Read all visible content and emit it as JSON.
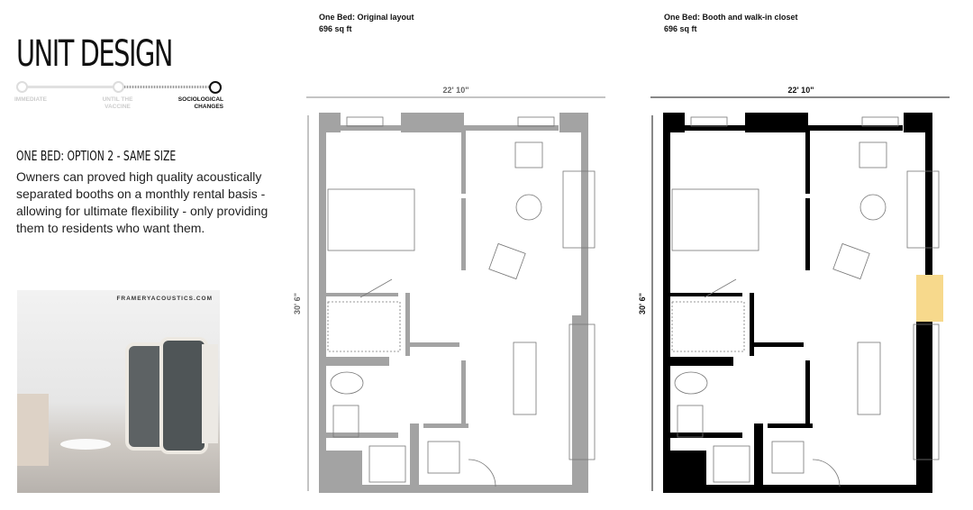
{
  "header": {
    "title": "UNIT DESIGN"
  },
  "timeline": {
    "steps": [
      {
        "label": "IMMEDIATE",
        "active": false
      },
      {
        "label": "UNTIL THE VACCINE",
        "active": false
      },
      {
        "label": "SOCIOLOGICAL CHANGES",
        "active": true
      }
    ]
  },
  "section": {
    "heading": "ONE BED: OPTION 2 - SAME SIZE",
    "body": "Owners can proved high quality acoustically separated booths on a monthly rental basis - allowing for ultimate flexibility - only providing them to residents who want them."
  },
  "photo": {
    "caption": "FRAMERYACOUSTICS.COM"
  },
  "plans": [
    {
      "title": "One Bed: Original layout",
      "area": "696 sq ft",
      "width_dim": "22' 10\"",
      "height_dim": "30' 6\"",
      "wall_color": "#a3a3a3"
    },
    {
      "title": "One Bed: Booth and walk-in closet",
      "area": "696 sq ft",
      "width_dim": "22' 10\"",
      "height_dim": "30' 6\"",
      "wall_color": "#000000",
      "booth_color": "#f7d98c"
    }
  ]
}
